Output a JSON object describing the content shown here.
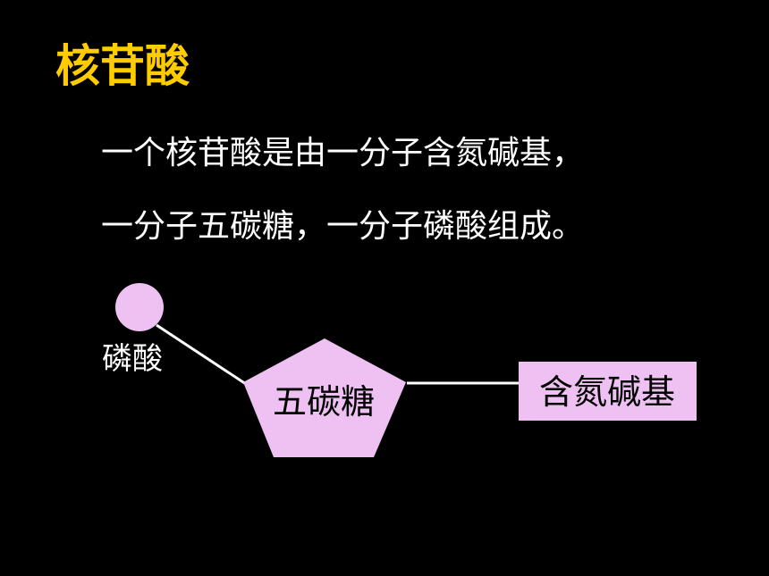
{
  "slide": {
    "title": "核苷酸",
    "lines": [
      "一个核苷酸是由一分子含氮碱基，",
      "一分子五碳糖，一分子磷酸组成。"
    ]
  },
  "diagram": {
    "phosphate_label": "磷酸",
    "sugar_label": "五碳糖",
    "base_label": "含氮碱基"
  },
  "colors": {
    "background": "#000000",
    "title": "#FFCC00",
    "text": "#FFFFFF",
    "shape_fill": "#EEC1F2",
    "connector": "#FFFFFF",
    "label_on_shape": "#000000"
  }
}
